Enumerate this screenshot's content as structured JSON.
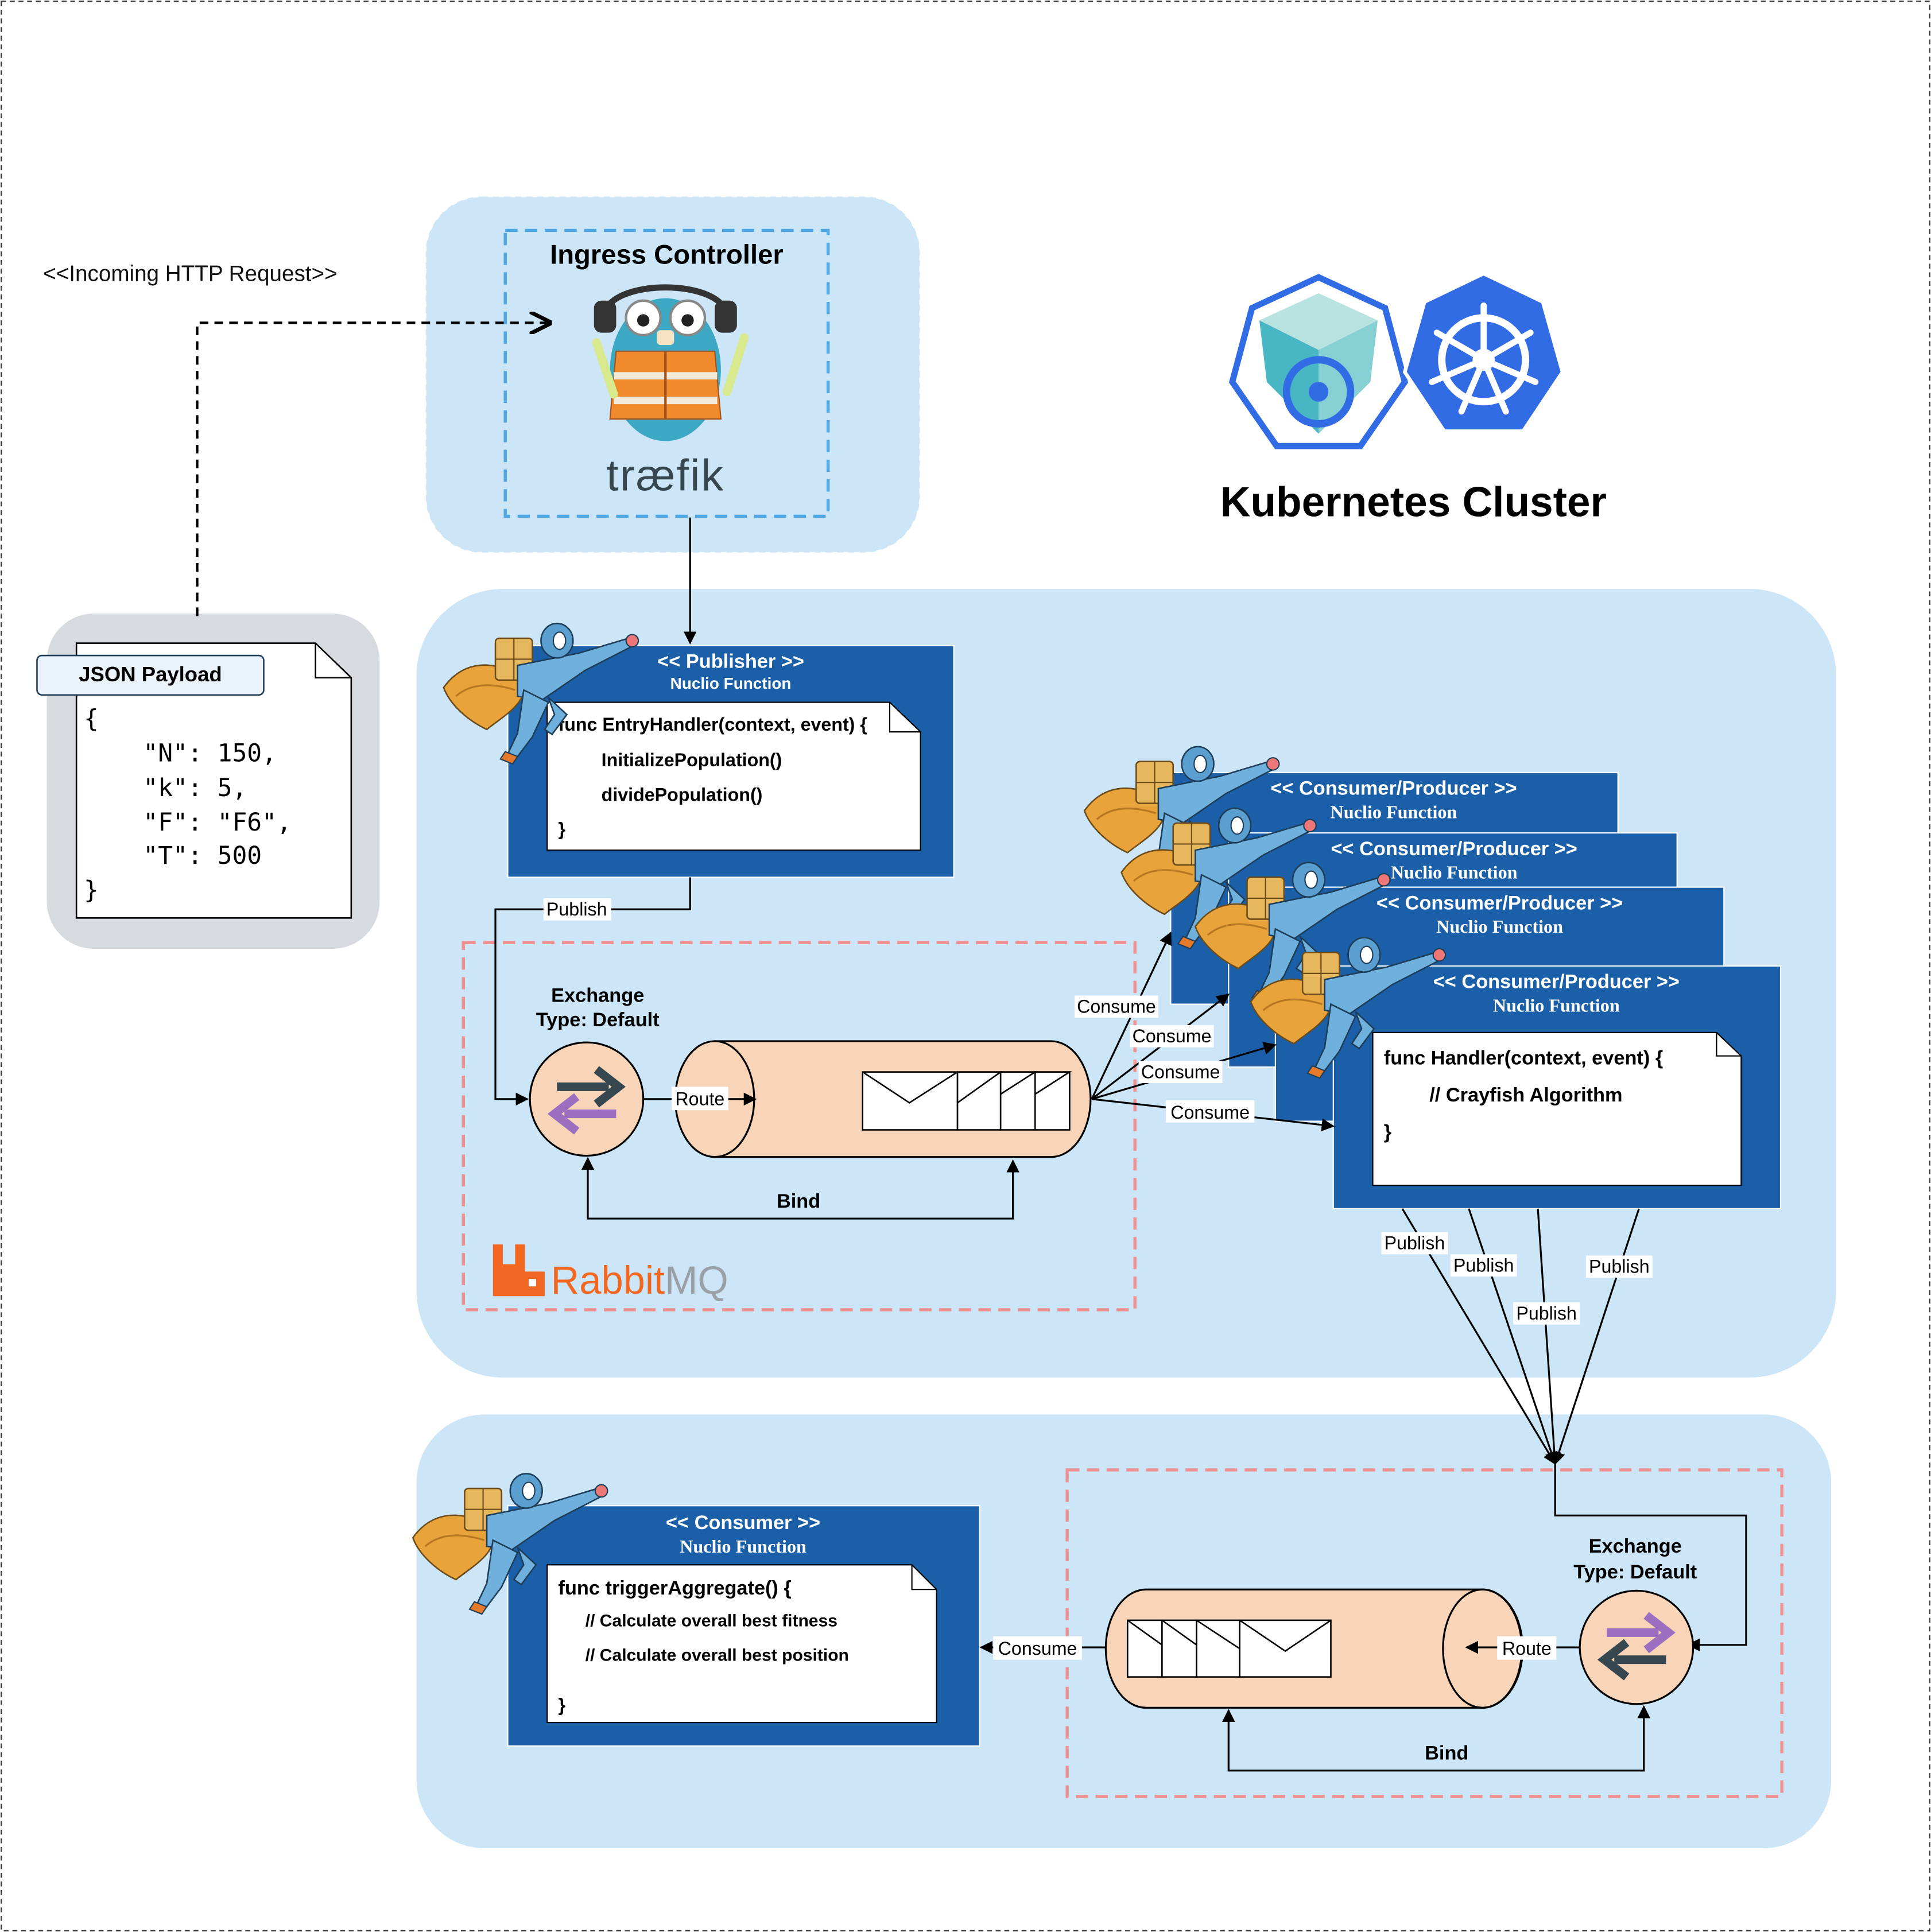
{
  "request_label": "<<Incoming HTTP Request>>",
  "ingress": {
    "title": "Ingress Controller",
    "logo_text": "træfik"
  },
  "cluster_title": "Kubernetes Cluster",
  "payload": {
    "title": "JSON Payload",
    "lines": [
      "{",
      "    \"N\": 150,",
      "    \"k\": 5,",
      "    \"F\": \"F6\",",
      "    \"T\": 500",
      "}"
    ]
  },
  "publisher": {
    "stereotype": "<< Publisher >>",
    "subtitle": "Nuclio Function",
    "code": [
      "func EntryHandler(context, event) {",
      "InitializePopulation()",
      "dividePopulation()",
      "}"
    ]
  },
  "consumer_producers": [
    {
      "stereotype": "<< Consumer/Producer >>",
      "subtitle": "Nuclio Function"
    },
    {
      "stereotype": "<< Consumer/Producer >>",
      "subtitle": "Nuclio Function"
    },
    {
      "stereotype": "<< Consumer/Producer >>",
      "subtitle": "Nuclio Function"
    },
    {
      "stereotype": "<< Consumer/Producer >>",
      "subtitle": "Nuclio Function",
      "code": [
        "func Handler(context, event) {",
        "// Crayfish Algorithm",
        "}"
      ]
    }
  ],
  "consumer": {
    "stereotype": "<< Consumer >>",
    "subtitle": "Nuclio Function",
    "code": [
      "func triggerAggregate() {",
      "// Calculate overall best fitness",
      "// Calculate overall best position",
      "}"
    ]
  },
  "exchange_top": {
    "line1": "Exchange",
    "line2": "Type: Default"
  },
  "exchange_bottom": {
    "line1": "Exchange",
    "line2": "Type: Default"
  },
  "rabbitmq_logo": {
    "part1": "Rabbit",
    "part2": "MQ"
  },
  "edge_labels": {
    "publish": "Publish",
    "route": "Route",
    "bind": "Bind",
    "consume": "Consume"
  },
  "colors": {
    "zone_blue": "#cce6f8",
    "zone_gray": "#d7dbe0",
    "function_blue": "#1a5fa8",
    "queue_fill": "#f8d5b8",
    "rabbit_orange": "#f26822",
    "ingress_dash": "#4ea8e6",
    "rabbit_dash": "#f09090",
    "k8s_blue": "#326ce5",
    "knative_teal": "#49b6c4"
  },
  "icons": [
    "gopher-traefik-icon",
    "kubernetes-icon",
    "knative-icon",
    "nuclio-superhero-icon",
    "exchange-arrows-icon",
    "envelope-icon",
    "rabbitmq-icon"
  ]
}
